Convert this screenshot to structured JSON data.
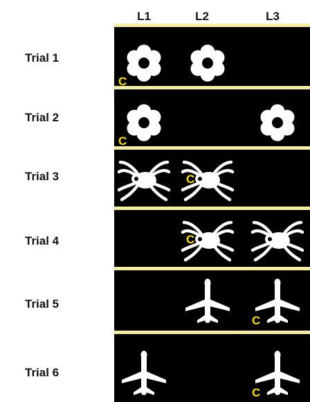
{
  "columns": [
    "L1",
    "L2",
    "L3"
  ],
  "trials": [
    {
      "label": "Trial 1",
      "stimulus": "flower-icon",
      "present": [
        true,
        true,
        false
      ],
      "cue_text": "C",
      "cue_location": 0,
      "cue_side": "bottom-left"
    },
    {
      "label": "Trial 2",
      "stimulus": "flower-icon",
      "present": [
        true,
        false,
        true
      ],
      "cue_text": "C",
      "cue_location": 0,
      "cue_side": "bottom-left"
    },
    {
      "label": "Trial 3",
      "stimulus": "spider-icon",
      "present": [
        true,
        true,
        false
      ],
      "cue_text": "C",
      "cue_location": 1,
      "cue_side": "left"
    },
    {
      "label": "Trial 4",
      "stimulus": "spider-icon",
      "present": [
        false,
        true,
        true
      ],
      "cue_text": "C",
      "cue_location": 1,
      "cue_side": "left"
    },
    {
      "label": "Trial 5",
      "stimulus": "airplane-icon",
      "present": [
        false,
        true,
        true
      ],
      "cue_text": "C",
      "cue_location": 2,
      "cue_side": "bottom-left"
    },
    {
      "label": "Trial 6",
      "stimulus": "airplane-icon",
      "present": [
        true,
        false,
        true
      ],
      "cue_text": "C",
      "cue_location": 2,
      "cue_side": "bottom-left"
    }
  ],
  "colors": {
    "background": "#000000",
    "separator": "#f5eea0",
    "stimulus": "#ffffff",
    "cue": "#ffe000"
  }
}
